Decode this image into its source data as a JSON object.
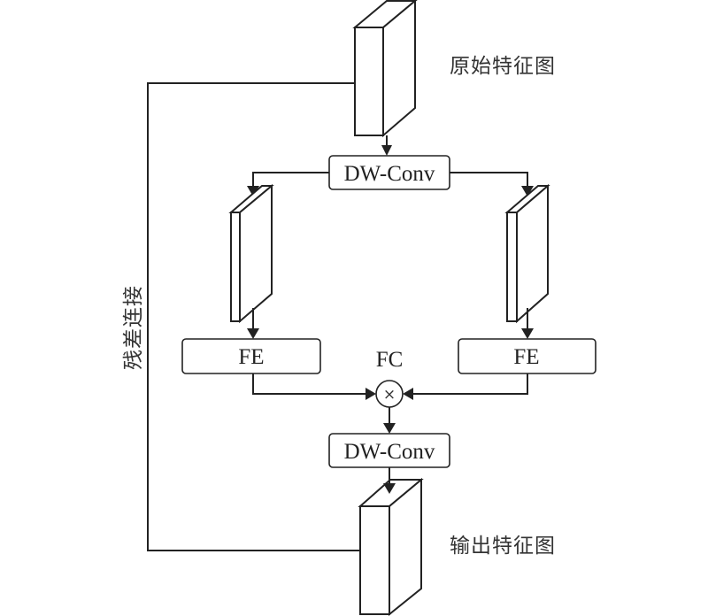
{
  "diagram": {
    "input_feature_map_label": "原始特征图",
    "output_feature_map_label": "输出特征图",
    "residual_label": "残差连接",
    "top_conv_label": "DW-Conv",
    "bottom_conv_label": "DW-Conv",
    "left_fe_label": "FE",
    "right_fe_label": "FE",
    "fusion_label": "FC",
    "fusion_operator": "×"
  },
  "colors": {
    "line": "#222222",
    "background": "#ffffff"
  }
}
